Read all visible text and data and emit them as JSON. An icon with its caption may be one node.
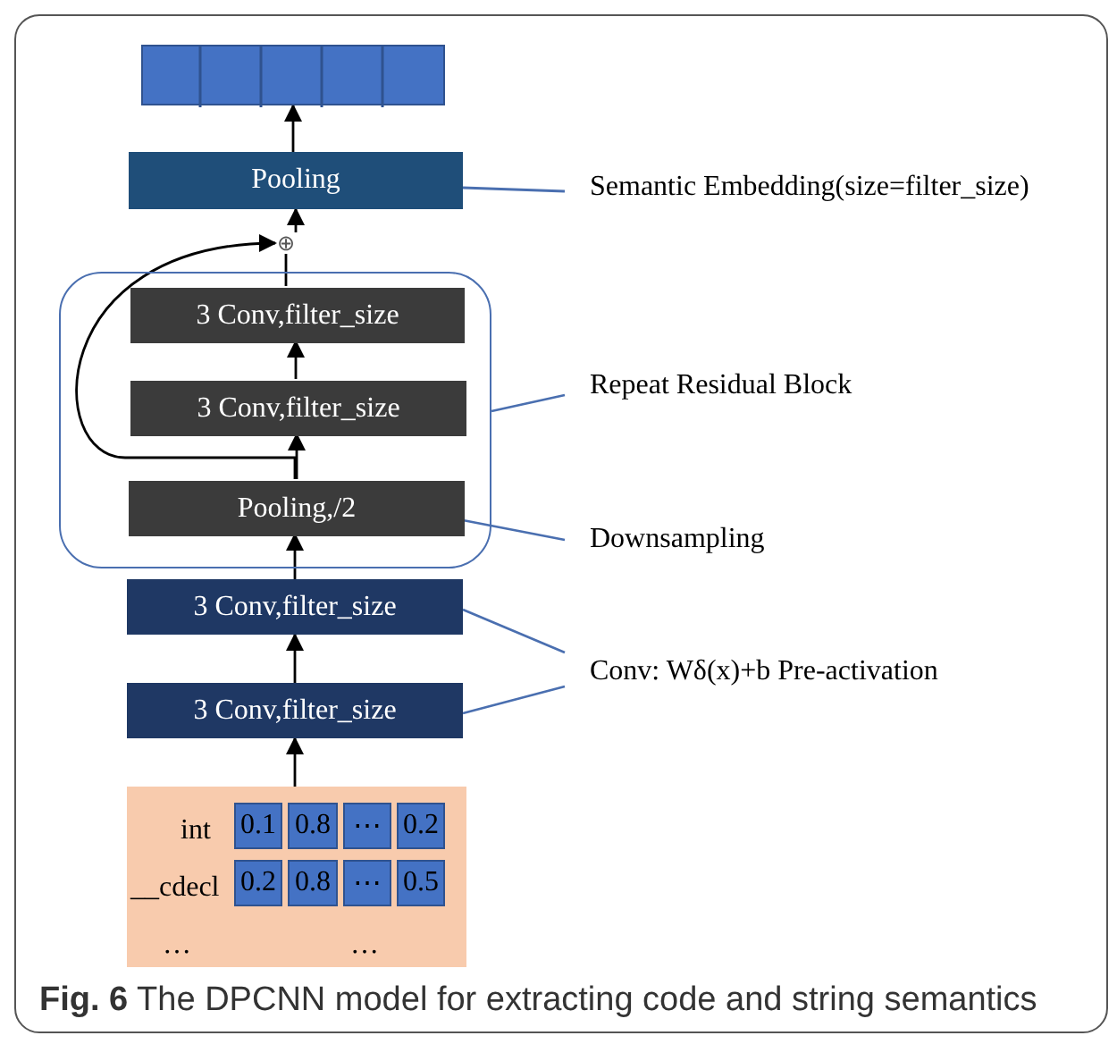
{
  "diagram": {
    "caption": "**Fig. 6** The DPCNN model for extracting code and string semantics",
    "nodes": [
      {
        "text": [],
        "shape": "bar"
      },
      {
        "text": [
          "Pooling"
        ]
      },
      {
        "text": [
          "⊕"
        ]
      },
      {
        "text": [],
        "shape": "box"
      },
      {
        "text": [
          "3 Conv,filter_size"
        ],
        "in": 3
      },
      {
        "text": [
          "3 Conv,filter_size"
        ],
        "in": 3
      },
      {
        "text": [
          "Pooling,/2"
        ],
        "in": 3
      },
      {
        "text": [
          "3 Conv,filter_size"
        ]
      },
      {
        "text": [
          "3 Conv,filter_size"
        ]
      },
      {
        "text": [
          "int",
          "__cdecl",
          "…",
          "…"
        ]
      },
      {
        "text": [
          "0.1"
        ],
        "in": 9
      },
      {
        "text": [
          "0.8"
        ],
        "in": 9
      },
      {
        "text": [
          "⋯"
        ],
        "in": 9
      },
      {
        "text": [
          "0.2"
        ],
        "in": 9
      },
      {
        "text": [
          "0.2"
        ],
        "in": 9
      },
      {
        "text": [
          "0.8"
        ],
        "in": 9
      },
      {
        "text": [
          "⋯"
        ],
        "in": 9
      },
      {
        "text": [
          "0.5"
        ],
        "in": 9
      },
      {
        "text": [
          "Semantic Embedding(size=filter_size)"
        ]
      },
      {
        "text": [
          "Repeat Residual  Block"
        ]
      },
      {
        "text": [
          "Downsampling"
        ]
      },
      {
        "text": [
          "Conv: Wδ(x)+b Pre-activation"
        ]
      }
    ],
    "edges": [
      {
        "from": 9,
        "to": 8,
        "arrow": "to"
      },
      {
        "from": 8,
        "to": 7,
        "arrow": "to"
      },
      {
        "from": 7,
        "to": 6,
        "arrow": "to"
      },
      {
        "from": 6,
        "to": 5,
        "arrow": "to"
      },
      {
        "from": 5,
        "to": 4,
        "arrow": "to"
      },
      {
        "from": 4,
        "to": 2,
        "arrow": "none"
      },
      {
        "from": 6,
        "to": 2,
        "arrow": "to"
      },
      {
        "from": 2,
        "to": 1,
        "arrow": "to"
      },
      {
        "from": 1,
        "to": 0,
        "arrow": "to"
      },
      {
        "from": 18,
        "to": 1,
        "arrow": "none",
        "color": "#4a6fb0"
      },
      {
        "from": 19,
        "to": 3,
        "arrow": "none",
        "color": "#4a6fb0"
      },
      {
        "from": 20,
        "to": 6,
        "arrow": "none",
        "color": "#4a6fb0"
      },
      {
        "from": 21,
        "to": 7,
        "arrow": "none",
        "color": "#4a6fb0"
      },
      {
        "from": 21,
        "to": 8,
        "arrow": "none",
        "color": "#4a6fb0"
      }
    ]
  }
}
